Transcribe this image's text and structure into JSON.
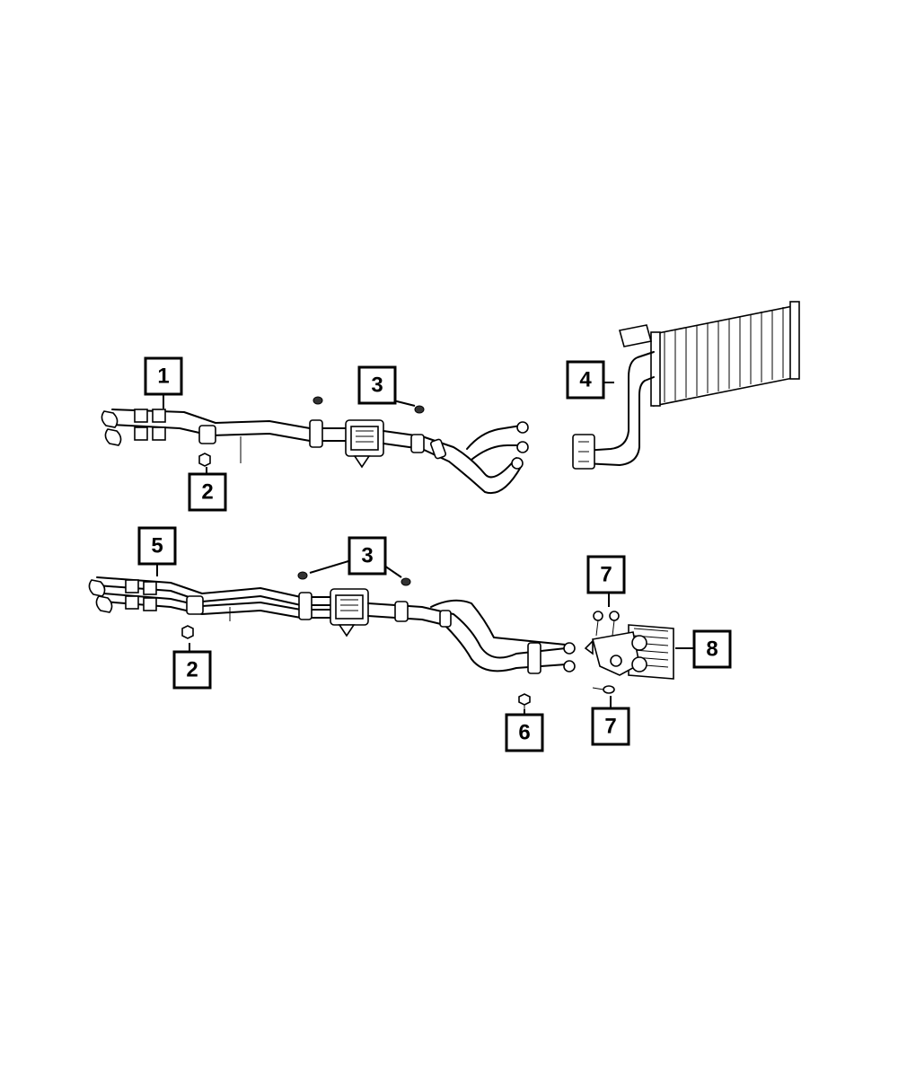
{
  "callouts": {
    "c1": "1",
    "c2a": "2",
    "c3a": "3",
    "c4": "4",
    "c5": "5",
    "c2b": "2",
    "c3b": "3",
    "c6": "6",
    "c7a": "7",
    "c7b": "7",
    "c8": "8"
  },
  "colors": {
    "line": "#000000",
    "background": "#ffffff"
  }
}
